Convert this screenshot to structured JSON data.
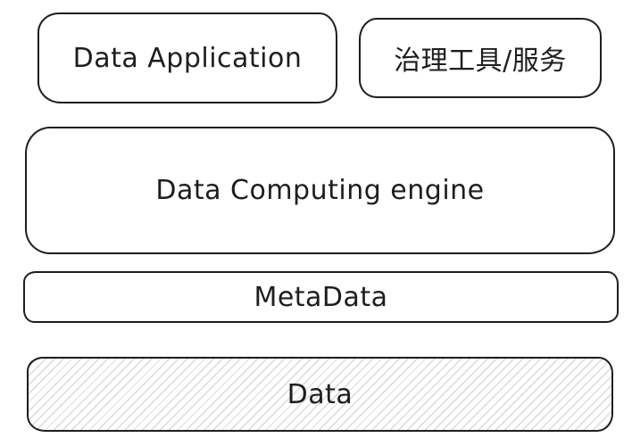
{
  "diagram": {
    "boxes": {
      "data_application": {
        "label": "Data Application"
      },
      "governance_tools": {
        "label": "治理工具/服务"
      },
      "computing_engine": {
        "label": "Data Computing engine"
      },
      "metadata": {
        "label": "MetaData"
      },
      "data": {
        "label": "Data",
        "fill_pattern": "diagonal-hatch",
        "hatch_color": "#cfcfcf"
      }
    },
    "stroke_color": "#1e1e1e",
    "background": "#ffffff"
  }
}
